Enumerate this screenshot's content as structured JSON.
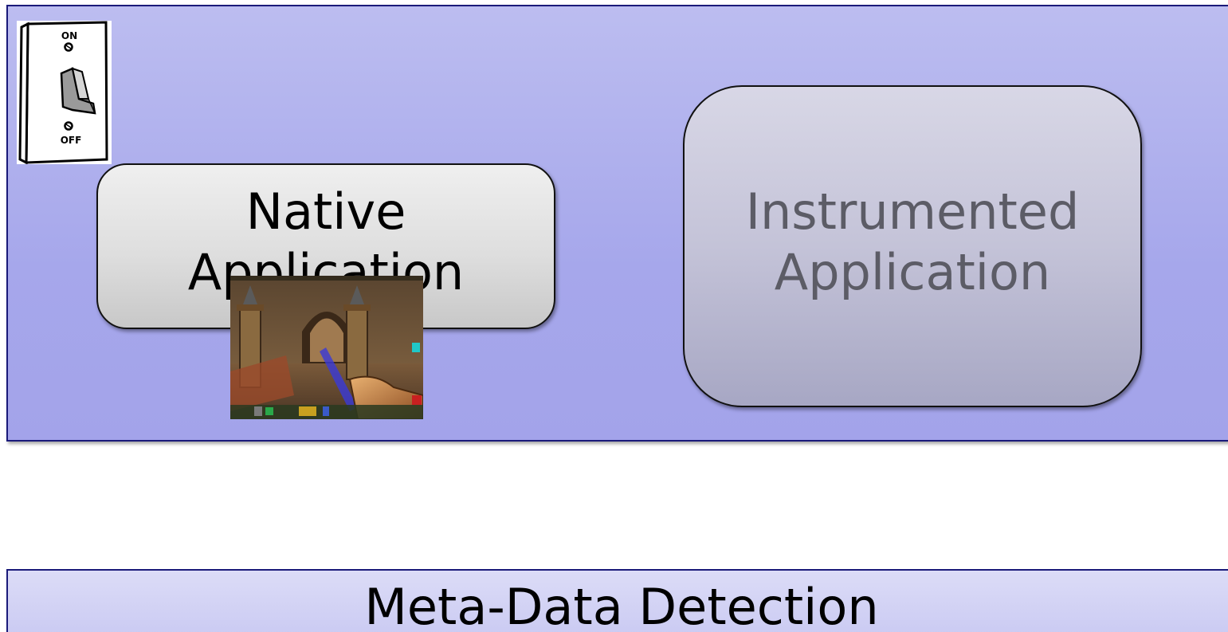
{
  "native_box": {
    "label": "Native\nApplication"
  },
  "instrumented_box": {
    "label": "Instrumented\nApplication"
  },
  "switch": {
    "on_label": "ON",
    "off_label": "OFF"
  },
  "bottom_bar": {
    "label": "Meta-Data Detection"
  },
  "colors": {
    "panel_fill": "#a6a7eb",
    "panel_border": "#1a1a7a",
    "native_box_fill": "#e2e2e2",
    "instrumented_box_fill": "#c4c3d8",
    "instrumented_text": "#5c5c66"
  }
}
